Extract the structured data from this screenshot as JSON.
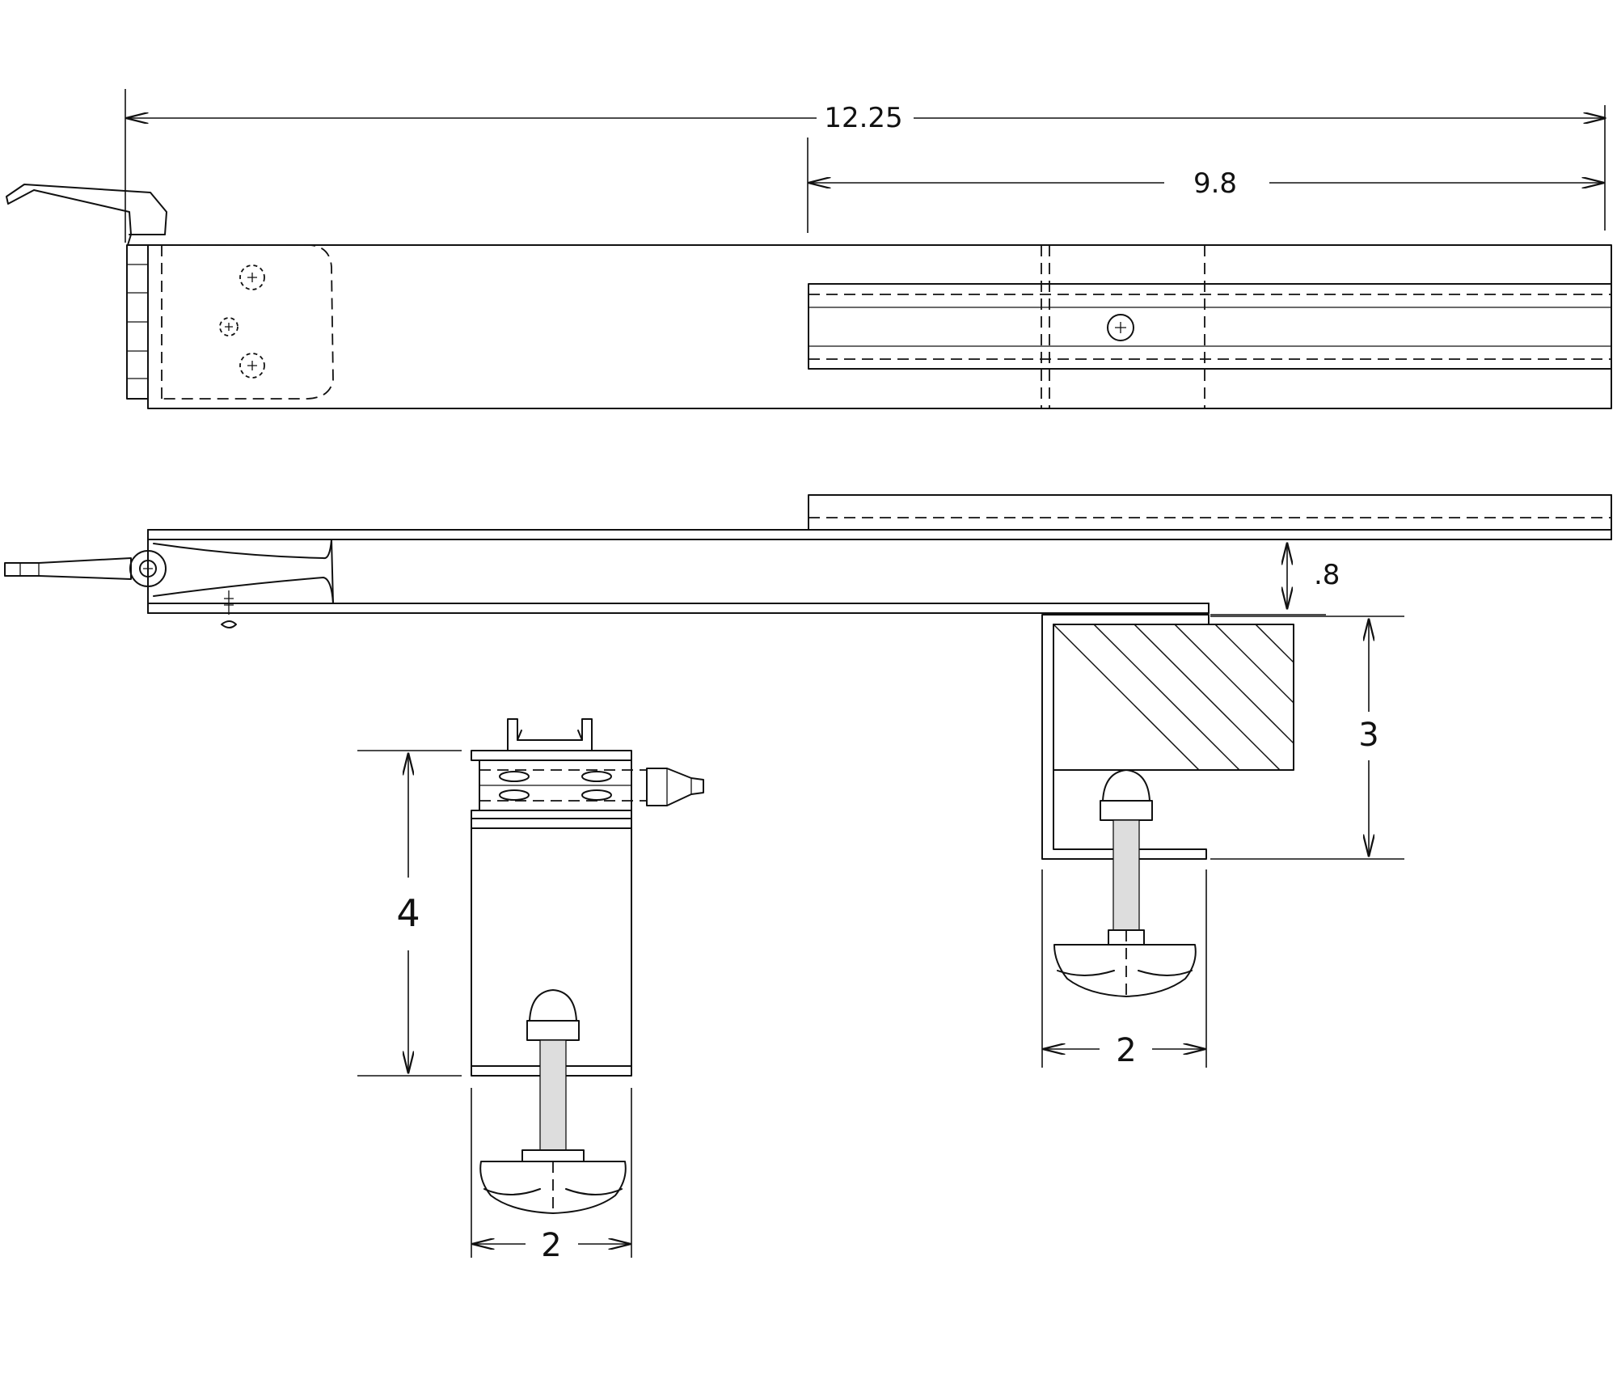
{
  "dimensions": {
    "overall_length": "12.25",
    "track_length": "9.8",
    "gap": ".8",
    "clamp_depth": "3",
    "clamp_width_right": "2",
    "block_height": "4",
    "block_width": "2"
  }
}
